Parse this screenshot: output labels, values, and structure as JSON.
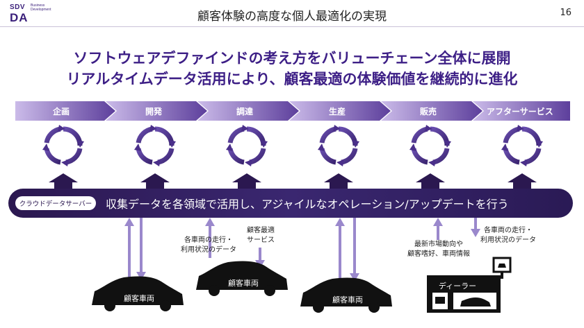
{
  "logo": {
    "line1": "SDV",
    "line2": "DA",
    "sub1": "Business",
    "sub2": "Development"
  },
  "slide_title": "顧客体験の高度な個人最適化の実現",
  "page_number": "16",
  "headline": [
    "ソフトウェアデファインドの考え方をバリューチェーン全体に展開",
    "リアルタイムデータ活用により、顧客最適の体験価値を継続的に進化"
  ],
  "value_chain": [
    "企画",
    "開発",
    "調達",
    "生産",
    "販売",
    "アフターサービス"
  ],
  "cloud_label": "クラウドデータサーバー",
  "band_text": "収集データを各領域で活用し、アジャイルなオペレーション/アップデートを行う",
  "notes": {
    "usage_data_left": [
      "各車両の走行・",
      "利用状況のデータ"
    ],
    "customer_service": [
      "顧客最適",
      "サービス"
    ],
    "market_info": [
      "最新市場動向や",
      "顧客嗜好、車両情報"
    ],
    "usage_data_right": [
      "各車両の走行・",
      "利用状況のデータ"
    ]
  },
  "car_label": "顧客車両",
  "dealer_label": "ディーラー",
  "colors": {
    "brand": "#3d1f86",
    "chevron_light": "#c9b8e8",
    "chevron_dark": "#5b3d99",
    "band": "#2b1850",
    "arrow": "#9a88cc",
    "icon_dark": "#1a1a1a"
  }
}
